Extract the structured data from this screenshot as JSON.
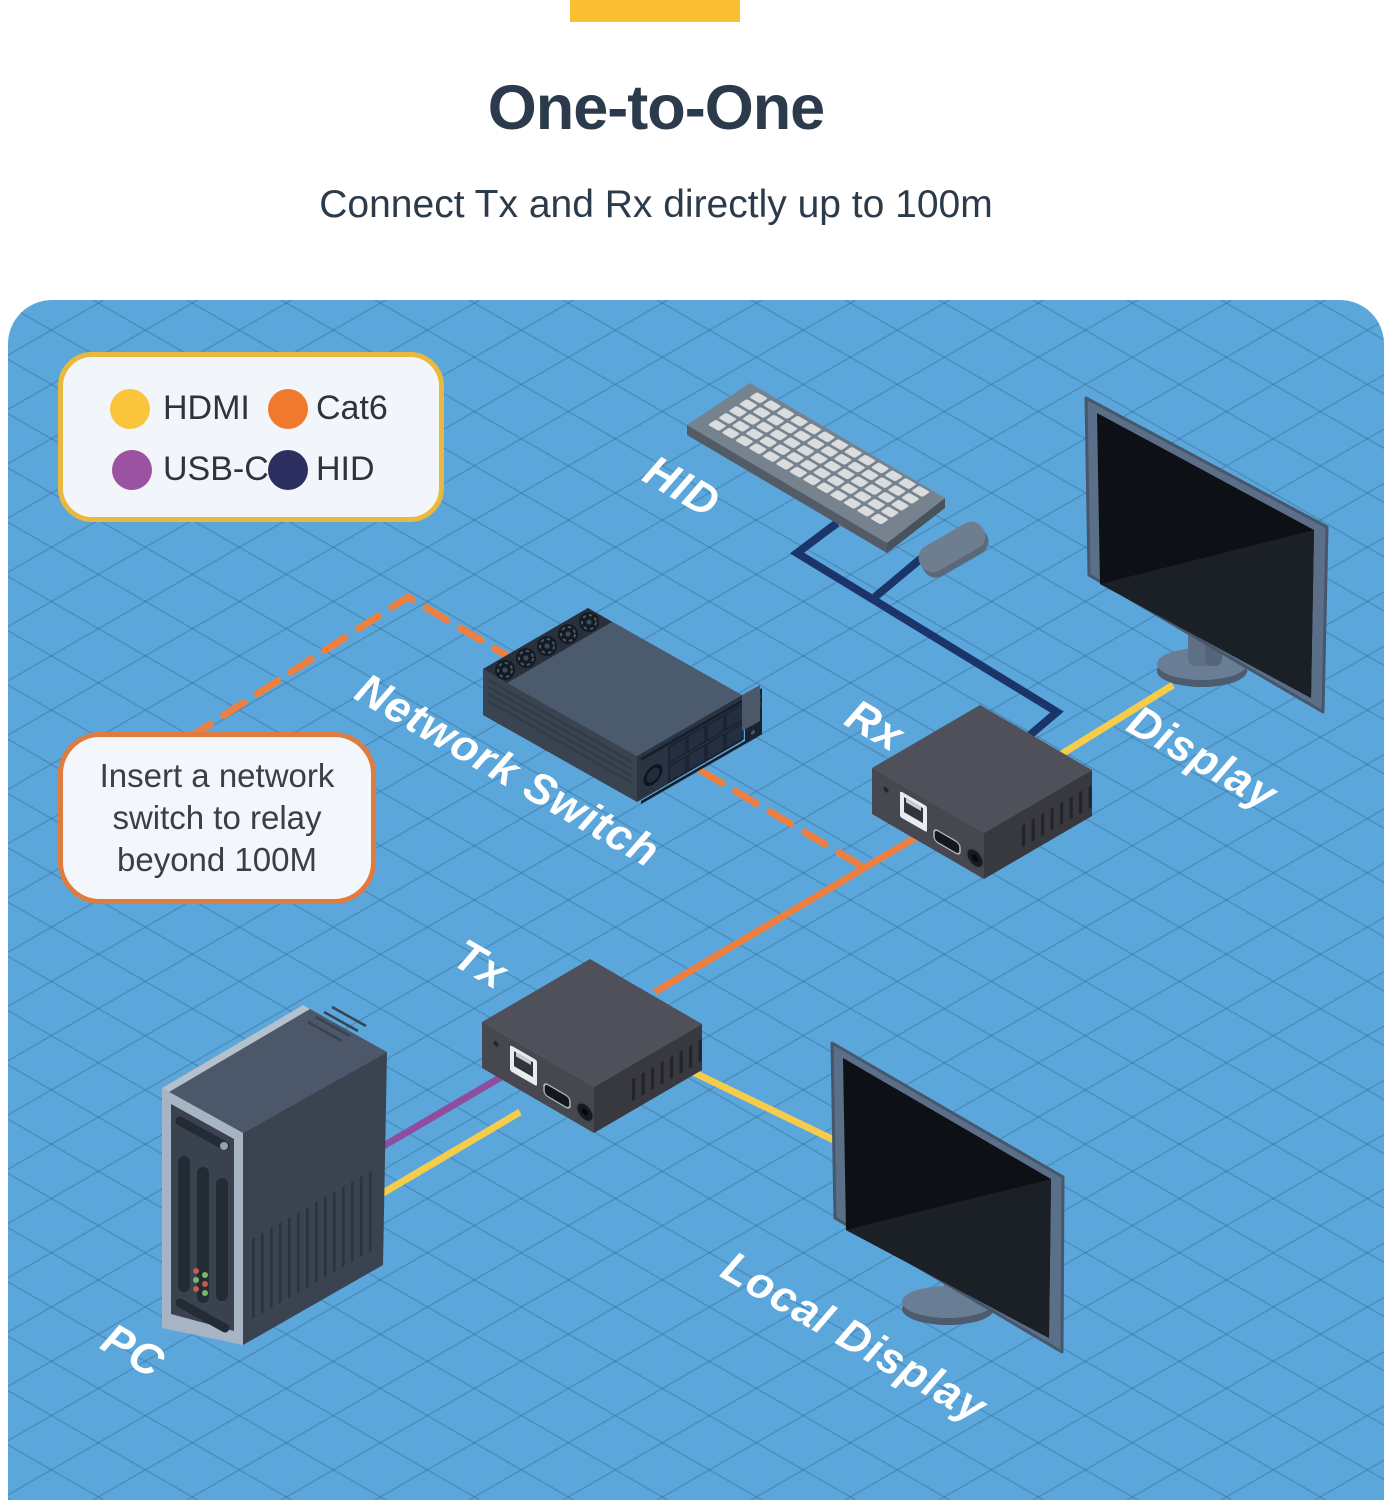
{
  "title": "One-to-One",
  "subtitle": "Connect Tx and Rx directly up to 100m",
  "accent_color": "#FBBE32",
  "panel_color": "#5BA7DC",
  "legend": {
    "items": [
      {
        "label": "HDMI",
        "color": "#FBC53B"
      },
      {
        "label": "Cat6",
        "color": "#EF7A2E"
      },
      {
        "label": "USB-C",
        "color": "#9B52A0"
      },
      {
        "label": "HID",
        "color": "#2C2E60"
      }
    ]
  },
  "callout": {
    "lines": [
      "Insert a network",
      "switch to relay",
      "beyond 100M"
    ]
  },
  "device_labels": {
    "hid": "HID",
    "network_switch": "Network Switch",
    "rx": "Rx",
    "tx": "Tx",
    "display": "Display",
    "local_display": "Local Display",
    "pc": "PC"
  },
  "connection_colors": {
    "hdmi": "#F6CD4B",
    "cat6": "#ED8040",
    "usb_c": "#8F4D9F",
    "hid": "#1B356B"
  }
}
